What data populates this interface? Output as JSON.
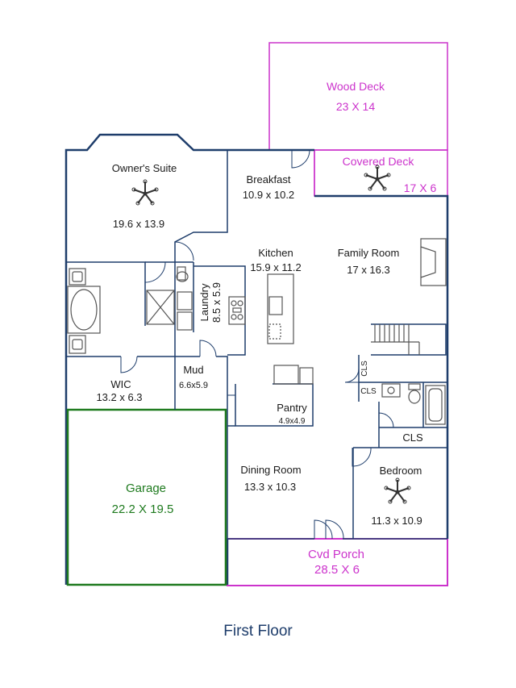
{
  "title": "First Floor",
  "colors": {
    "wall": "#1e3d6b",
    "deck": "#cc33cc",
    "garage": "#1e7a1e",
    "fixture": "#555555",
    "room_text": "#1a1a1a",
    "title_text": "#1e3d6b"
  },
  "rooms": {
    "wood_deck": {
      "name": "Wood Deck",
      "dims": "23 X 14"
    },
    "covered_deck": {
      "name": "Covered Deck",
      "dims": "17 X 6"
    },
    "owners_suite": {
      "name": "Owner's Suite",
      "dims": "19.6 x 13.9"
    },
    "breakfast": {
      "name": "Breakfast",
      "dims": "10.9 x 10.2"
    },
    "kitchen": {
      "name": "Kitchen",
      "dims": "15.9 x 11.2"
    },
    "family_room": {
      "name": "Family Room",
      "dims": "17 x 16.3"
    },
    "laundry": {
      "name": "Laundry",
      "dims": "8.5 x 5.9"
    },
    "mud": {
      "name": "Mud",
      "dims": "6.6x5.9"
    },
    "wic": {
      "name": "WIC",
      "dims": "13.2 x 6.3"
    },
    "pantry": {
      "name": "Pantry",
      "dims": "4.9x4.9"
    },
    "cls_1": {
      "name": "CLS"
    },
    "cls_2": {
      "name": "CLS"
    },
    "cls_3": {
      "name": "CLS"
    },
    "garage": {
      "name": "Garage",
      "dims": "22.2 X 19.5"
    },
    "dining_room": {
      "name": "Dining Room",
      "dims": "13.3 x 10.3"
    },
    "bedroom": {
      "name": "Bedroom",
      "dims": "11.3 x 10.9"
    },
    "cvd_porch": {
      "name": "Cvd Porch",
      "dims": "28.5 X 6"
    }
  },
  "icons": [
    "ceiling-fan-icon",
    "bathtub-icon",
    "shower-icon",
    "toilet-icon",
    "sink-icon",
    "range-icon",
    "fireplace-icon",
    "staircase-icon",
    "door-swing-icon"
  ]
}
